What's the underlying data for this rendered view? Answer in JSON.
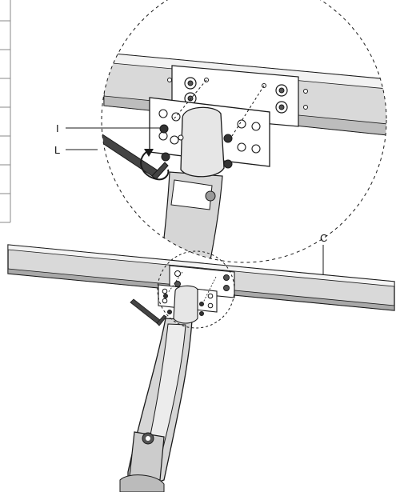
{
  "diagram": {
    "callouts": {
      "allen_key": "L",
      "screw": "I",
      "crossbar": "C"
    },
    "colors": {
      "line": "#1a1a1a",
      "plate_fill": "#ffffff",
      "bar_fill": "#d9d9d9",
      "bar_highlight": "#f2f2f2",
      "arm_fill": "#d6d6d6",
      "screw_fill": "#333333"
    },
    "icons": [
      "rotate-arrow-icon",
      "allen-key-icon"
    ]
  }
}
